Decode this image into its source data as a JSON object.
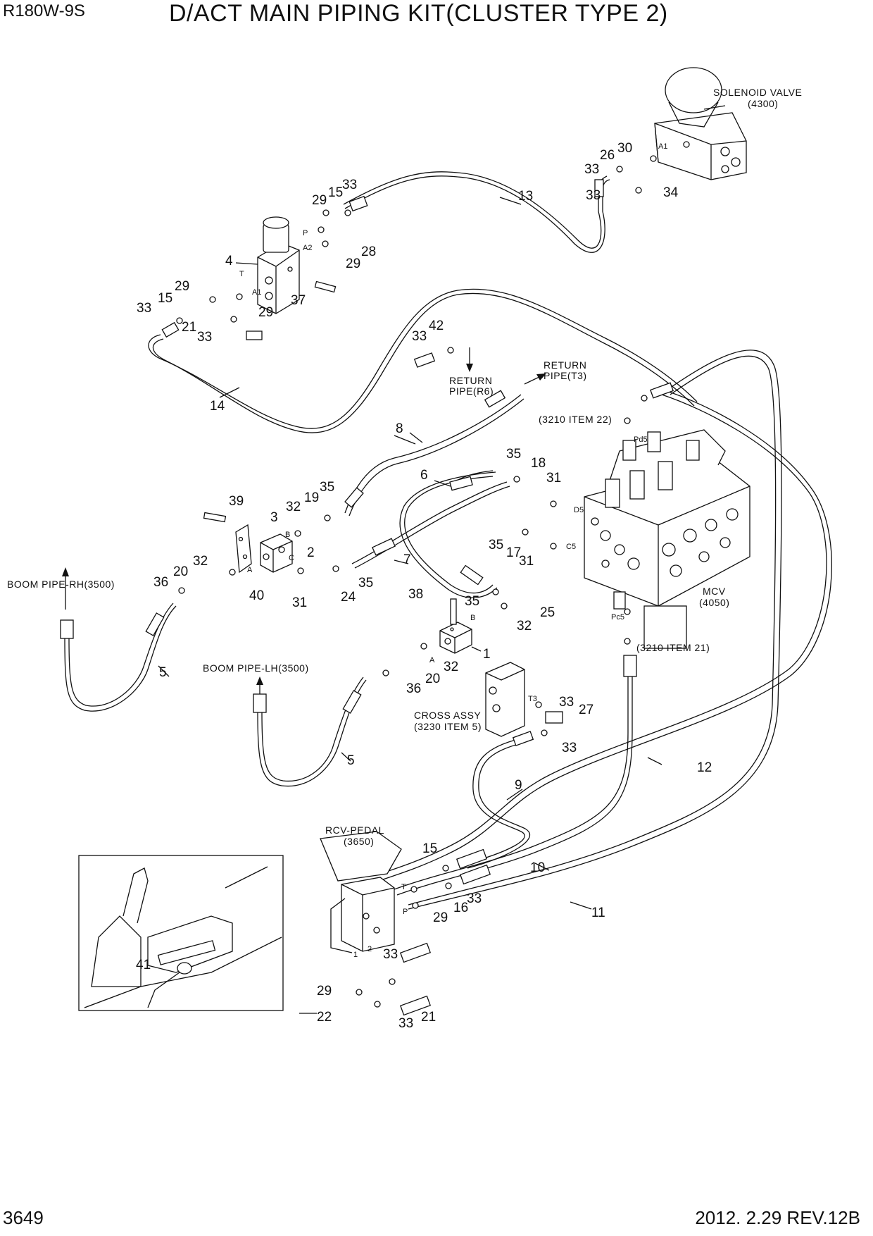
{
  "header": {
    "model": "R180W-9S",
    "title": "D/ACT MAIN PIPING KIT(CLUSTER TYPE 2)"
  },
  "footer": {
    "page_number": "3649",
    "revision": "2012. 2.29  REV.12B"
  },
  "labels": {
    "solenoid_valve": "SOLENOID VALVE",
    "solenoid_valve_ref": "(4300)",
    "return_pipe_t3": "RETURN",
    "return_pipe_t3_b": "PIPE(T3)",
    "return_pipe_r6": "RETURN",
    "return_pipe_r6_b": "PIPE(R6)",
    "item22_ref": "(3210 ITEM 22)",
    "item21_ref": "(3210 ITEM 21)",
    "mcv": "MCV",
    "mcv_ref": "(4050)",
    "boom_pipe_rh": "BOOM PIPE-RH(3500)",
    "boom_pipe_lh": "BOOM PIPE-LH(3500)",
    "cross_assy": "CROSS ASSY",
    "cross_assy_ref": "(3230 ITEM 5)",
    "rcv_pedal": "RCV-PEDAL",
    "rcv_pedal_ref": "(3650)"
  },
  "port_labels": {
    "a1_solenoid": "A1",
    "p_valve": "P",
    "a2_valve": "A2",
    "t_valve": "T",
    "a1_valve": "A1",
    "pd5": "Pd5",
    "d5": "D5",
    "c5": "C5",
    "pc5": "Pc5",
    "b_block": "B",
    "a_block": "A",
    "c_block": "C",
    "b_block1": "B",
    "a_block1": "A",
    "t3": "T3",
    "t_pedal": "T",
    "p_pedal": "P",
    "port1": "1",
    "port2": "2"
  },
  "callouts": {
    "c1": "1",
    "c2": "2",
    "c3": "3",
    "c4": "4",
    "c5a": "5",
    "c5b": "5",
    "c6": "6",
    "c7": "7",
    "c8": "8",
    "c9": "9",
    "c10": "10",
    "c11": "11",
    "c12": "12",
    "c13": "13",
    "c14": "14",
    "c15a": "15",
    "c15b": "15",
    "c15c": "15",
    "c16": "16",
    "c17": "17",
    "c18": "18",
    "c19": "19",
    "c20a": "20",
    "c20b": "20",
    "c21a": "21",
    "c21b": "21",
    "c22": "22",
    "c24": "24",
    "c25": "25",
    "c26": "26",
    "c27": "27",
    "c28": "28",
    "c29a": "29",
    "c29b": "29",
    "c29c": "29",
    "c29d": "29",
    "c29e": "29",
    "c29f": "29",
    "c30": "30",
    "c31a": "31",
    "c31b": "31",
    "c31c": "31",
    "c32a": "32",
    "c32b": "32",
    "c32c": "32",
    "c32d": "32",
    "c33a": "33",
    "c33b": "33",
    "c33c": "33",
    "c33d": "33",
    "c33e": "33",
    "c33f": "33",
    "c33g": "33",
    "c33h": "33",
    "c33i": "33",
    "c33j": "33",
    "c33k": "33",
    "c34": "34",
    "c35a": "35",
    "c35b": "35",
    "c35c": "35",
    "c35d": "35",
    "c35e": "35",
    "c36a": "36",
    "c36b": "36",
    "c37": "37",
    "c38": "38",
    "c39": "39",
    "c40": "40",
    "c41": "41",
    "c42": "42"
  }
}
